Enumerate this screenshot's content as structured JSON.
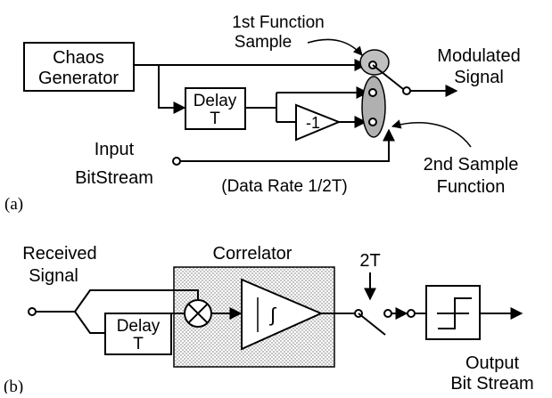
{
  "part_a": {
    "label": "(a)",
    "chaos_generator": {
      "line1": "Chaos",
      "line2": "Generator"
    },
    "delay": {
      "line1": "Delay",
      "line2": "T"
    },
    "inverter": "-1",
    "first_function_sample": {
      "line1": "1st Function",
      "line2": "Sample"
    },
    "modulated_signal": {
      "line1": "Modulated",
      "line2": "Signal"
    },
    "input_bitstream": {
      "line1": "Input",
      "line2": "BitStream"
    },
    "data_rate": "(Data Rate 1/2T)",
    "second_sample_function": {
      "line1": "2nd Sample",
      "line2": "Function"
    }
  },
  "part_b": {
    "label": "(b)",
    "received_signal": {
      "line1": "Received",
      "line2": "Signal"
    },
    "correlator": "Correlator",
    "delay": {
      "line1": "Delay",
      "line2": "T"
    },
    "sampling_period": "2T",
    "output_bit_stream": {
      "line1": "Output",
      "line2": "Bit Stream"
    }
  },
  "colors": {
    "ink": "#000000",
    "switch_fill": "#b8b8b8",
    "correlator_fill": "#d6d6d6"
  }
}
